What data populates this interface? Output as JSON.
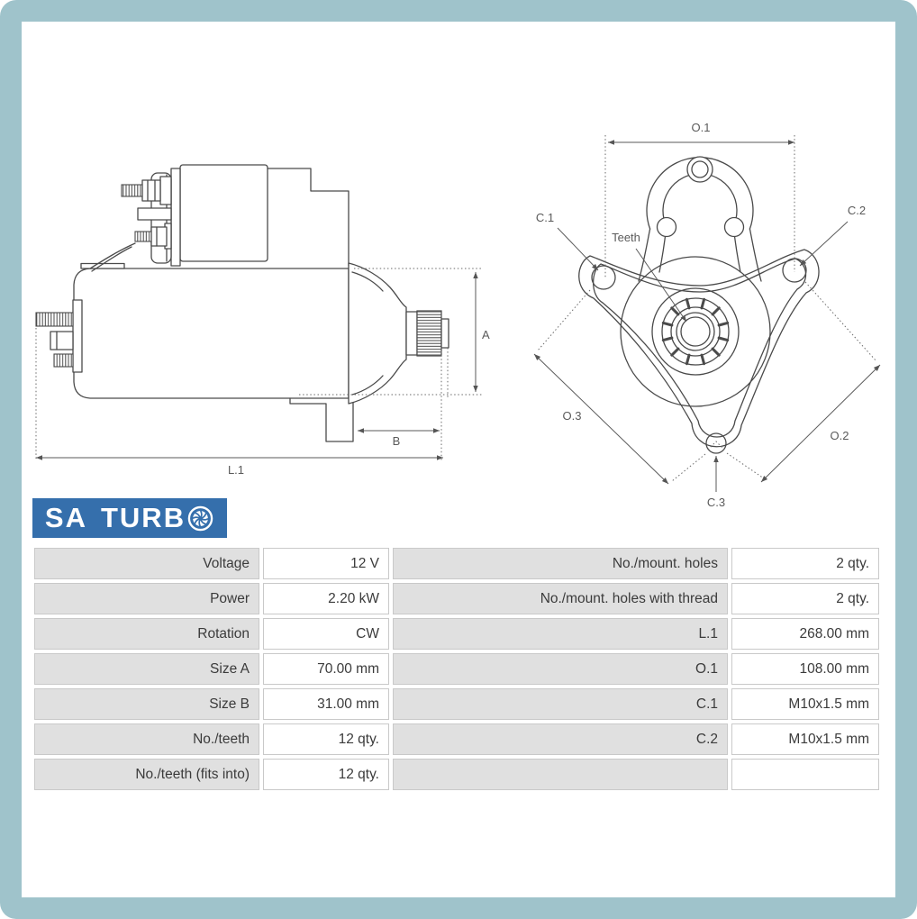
{
  "brand": {
    "word1": "SA",
    "word2": "TURB",
    "icon": "turbo-wheel",
    "bg_color": "#356fac",
    "text_color": "#ffffff"
  },
  "frame": {
    "border_color": "#9fc3cb"
  },
  "drawing": {
    "side_view": {
      "labels": {
        "a": "A",
        "b": "B",
        "l1": "L.1"
      }
    },
    "front_view": {
      "labels": {
        "o1": "O.1",
        "o2": "O.2",
        "o3": "O.3",
        "c1": "C.1",
        "c2": "C.2",
        "c3": "C.3",
        "teeth": "Teeth"
      }
    }
  },
  "spec_table": {
    "label_bg": "#e0e0e0",
    "rows": [
      {
        "l1": "Voltage",
        "v1": "12 V",
        "l2": "No./mount. holes",
        "v2": "2 qty."
      },
      {
        "l1": "Power",
        "v1": "2.20 kW",
        "l2": "No./mount. holes with thread",
        "v2": "2 qty."
      },
      {
        "l1": "Rotation",
        "v1": "CW",
        "l2": "L.1",
        "v2": "268.00 mm"
      },
      {
        "l1": "Size A",
        "v1": "70.00 mm",
        "l2": "O.1",
        "v2": "108.00 mm"
      },
      {
        "l1": "Size B",
        "v1": "31.00 mm",
        "l2": "C.1",
        "v2": "M10x1.5 mm"
      },
      {
        "l1": "No./teeth",
        "v1": "12 qty.",
        "l2": "C.2",
        "v2": "M10x1.5 mm"
      },
      {
        "l1": "No./teeth (fits into)",
        "v1": "12 qty.",
        "l2": "",
        "v2": ""
      }
    ]
  }
}
